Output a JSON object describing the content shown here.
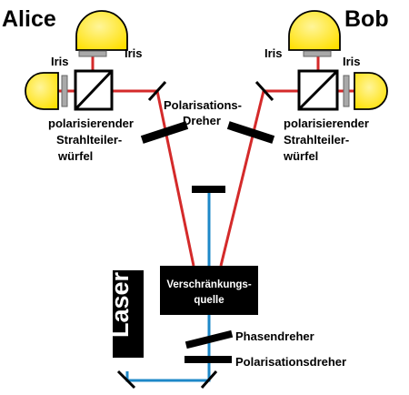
{
  "diagram": {
    "alice": "Alice",
    "bob": "Bob",
    "iris": "Iris",
    "polarizing_cube": [
      "polarisierender",
      "Strahlteiler-",
      "würfel"
    ],
    "polarisation_rotator": [
      "Polarisations-",
      "Dreher"
    ],
    "source": [
      "Verschränkungs-",
      "quelle"
    ],
    "laser": "Laser",
    "phase_rotator": "Phasendreher",
    "polarisation_rotator_bottom": "Polarisationsdreher"
  },
  "colors": {
    "red_beam": "#d42a2a",
    "blue_beam": "#1e88c8",
    "detector": "#ffe000",
    "iris": "#a9a9a9",
    "optics": "#000000"
  }
}
